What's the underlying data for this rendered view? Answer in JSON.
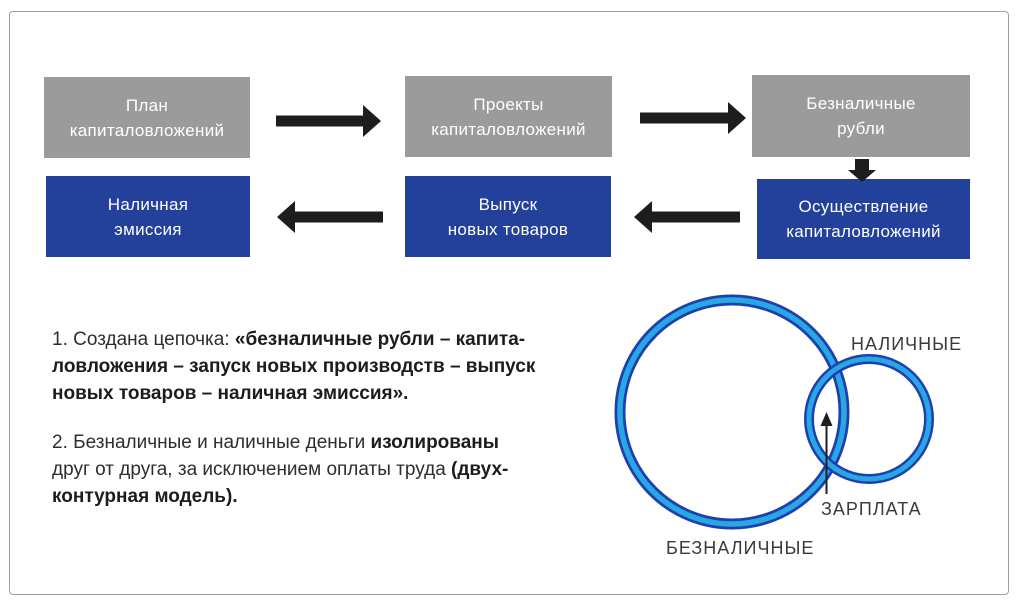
{
  "colors": {
    "gray_box": "#9b9b9b",
    "blue_box": "#23409b",
    "arrow_black": "#1d1d1d",
    "frame_border": "#97a1ac",
    "circle_outer": "#1e3fae",
    "circle_inner": "#29a7e4",
    "text_dark": "#2e2e2e",
    "venn_label": "#3b3b3b",
    "thin_arrow": "#1f1f1f"
  },
  "flowchart": {
    "boxes": [
      {
        "id": "plan",
        "label": "План\nкапиталовложений",
        "color": "gray"
      },
      {
        "id": "projects",
        "label": "Проекты\nкапиталовложений",
        "color": "gray"
      },
      {
        "id": "noncash-rubles",
        "label": "Безналичные\nрубли",
        "color": "gray"
      },
      {
        "id": "cash-emission",
        "label": "Наличная\nэмиссия",
        "color": "blue"
      },
      {
        "id": "new-goods",
        "label": "Выпуск\nновых товаров",
        "color": "blue"
      },
      {
        "id": "capital-investment",
        "label": "Осуществление\nкапиталовложений",
        "color": "blue"
      }
    ]
  },
  "notes": {
    "para1": [
      [
        {
          "t": "1. Создана цепочка: ",
          "b": false
        },
        {
          "t": "«безналичные рубли – капита-",
          "b": true
        }
      ],
      [
        {
          "t": "ловложения – запуск новых производств – выпуск",
          "b": true
        }
      ],
      [
        {
          "t": "новых товаров – наличная эмиссия».",
          "b": true
        }
      ]
    ],
    "para2": [
      [
        {
          "t": "2. Безналичные и наличные деньги ",
          "b": false
        },
        {
          "t": "изолированы",
          "b": true
        }
      ],
      [
        {
          "t": "друг от друга, за исключением оплаты труда ",
          "b": false
        },
        {
          "t": "(двух-",
          "b": true
        }
      ],
      [
        {
          "t": "контурная модель).",
          "b": true
        }
      ]
    ]
  },
  "venn": {
    "big_label": "БЕЗНАЛИЧНЫЕ",
    "small_label": "НАЛИЧНЫЕ",
    "intersection_label": "ЗАРПЛАТА"
  }
}
